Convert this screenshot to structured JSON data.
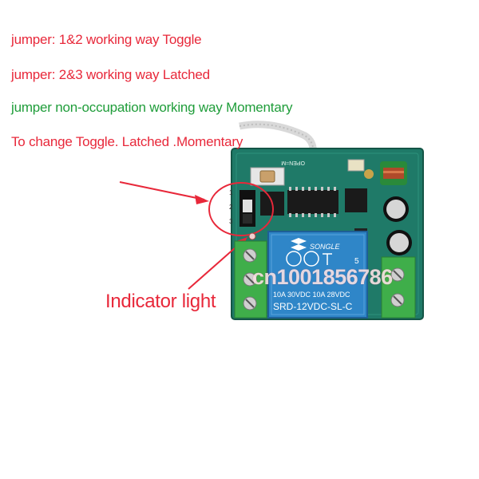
{
  "captions": [
    "jumper: 1&2 working way  Toggle",
    "jumper: 2&3 working way  Latched",
    "jumper non-occupation working way  Momentary",
    "To change Toggle. Latched .Momentary"
  ],
  "jumper_pins": [
    "1",
    "2",
    "3"
  ],
  "relay": {
    "brand": "SONGLE",
    "rating_1": "10A  30VDC  10A  28VDC",
    "model": "SRD-12VDC-SL-C",
    "mark": "5"
  },
  "pcb_mark": "OPEN=M",
  "indicator_label": "Indicator light",
  "watermark": "cn1001856786",
  "colors": {
    "caption_red": "#e8283a",
    "caption_green": "#1f9d3a",
    "pcb_green": "#1f7a68",
    "relay_blue": "#2f86c8",
    "terminal_green": "#3fae4a"
  }
}
